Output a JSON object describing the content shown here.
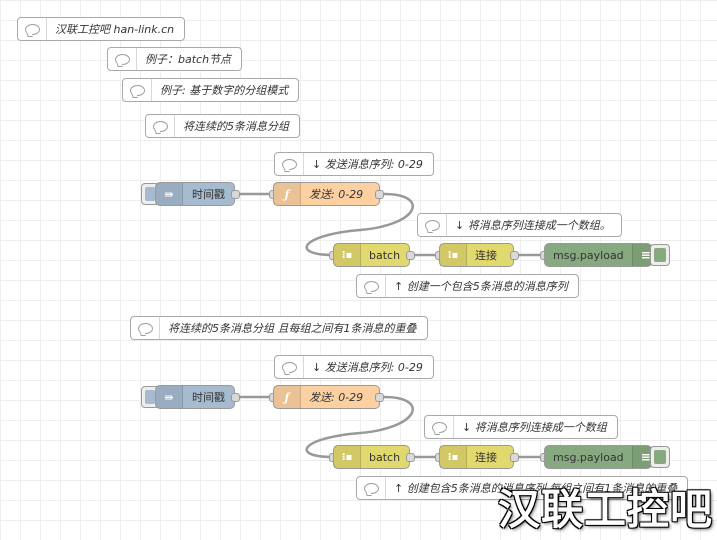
{
  "comments": {
    "c_title": "汉联工控吧 han-link.cn",
    "c_example": "例子：batch节点",
    "c_example2": "例子: 基于数字的分组模式",
    "c_group1": "将连续的5条消息分组",
    "c_send1": "↓ 发送消息序列: 0-29",
    "c_concat1": "↓ 将消息序列连接成一个数组。",
    "c_create1": "↑ 创建一个包含5条消息的消息序列",
    "c_group2": "将连续的5条消息分组 且每组之间有1条消息的重叠",
    "c_send2": "↓ 发送消息序列: 0-29",
    "c_concat2": "↓ 将消息序列连接成一个数组",
    "c_create2": "↑ 创建包含5条消息的消息序列 每组之间有1条消息的重叠"
  },
  "flow1": {
    "inject_label": "时间戳",
    "function_label": "发送: 0-29",
    "batch_label": "batch",
    "join_label": "连接",
    "debug_label": "msg.payload"
  },
  "flow2": {
    "inject_label": "时间戳",
    "function_label": "发送: 0-29",
    "batch_label": "batch",
    "join_label": "连接",
    "debug_label": "msg.payload"
  },
  "icons": {
    "comment": "speech-bubble-icon",
    "inject": "inject-arrow-icon",
    "function": "function-f-icon",
    "batch": "batch-icon",
    "join": "join-icon",
    "debug": "debug-list-icon"
  },
  "colors": {
    "inject": "#a6bbcf",
    "function": "#fdd0a2",
    "sequence": "#e2d96e",
    "debug": "#87a980",
    "wire": "#999999"
  },
  "watermark": "汉联工控吧"
}
